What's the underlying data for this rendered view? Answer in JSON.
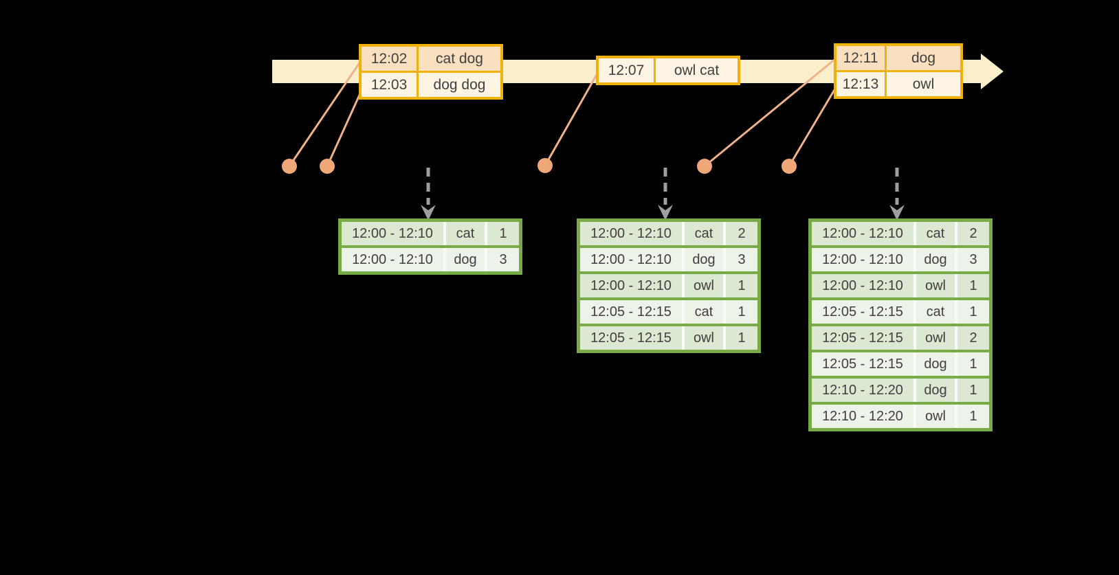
{
  "colors": {
    "background": "#000000",
    "timeline_fill": "#FBEFCB",
    "event_table_border": "#F0B10A",
    "event_row_highlight": "#FAE0BF",
    "event_row_normal": "#FDF4E4",
    "connector_line": "#EFB28A",
    "event_dot": "#F1A878",
    "trigger_arrow": "#9E9E9E",
    "result_table_border": "#76AB48",
    "result_row_highlight": "#DCE8D1",
    "result_row_normal": "#EDF3E8",
    "text": "#3F3F3F"
  },
  "event_batches": [
    {
      "rows": [
        {
          "time": "12:02",
          "words": "cat dog",
          "highlight": true
        },
        {
          "time": "12:03",
          "words": "dog dog",
          "highlight": false
        }
      ]
    },
    {
      "rows": [
        {
          "time": "12:07",
          "words": "owl cat",
          "highlight": false
        }
      ]
    },
    {
      "rows": [
        {
          "time": "12:11",
          "words": "dog",
          "highlight": true
        },
        {
          "time": "12:13",
          "words": "owl",
          "highlight": false
        }
      ]
    }
  ],
  "result_tables": [
    {
      "rows": [
        {
          "window": "12:00 - 12:10",
          "word": "cat",
          "count": "1",
          "highlight": true
        },
        {
          "window": "12:00 - 12:10",
          "word": "dog",
          "count": "3",
          "highlight": false
        }
      ]
    },
    {
      "rows": [
        {
          "window": "12:00 - 12:10",
          "word": "cat",
          "count": "2",
          "highlight": true
        },
        {
          "window": "12:00 - 12:10",
          "word": "dog",
          "count": "3",
          "highlight": false
        },
        {
          "window": "12:00 - 12:10",
          "word": "owl",
          "count": "1",
          "highlight": true
        },
        {
          "window": "12:05 - 12:15",
          "word": "cat",
          "count": "1",
          "highlight": false
        },
        {
          "window": "12:05 - 12:15",
          "word": "owl",
          "count": "1",
          "highlight": true
        }
      ]
    },
    {
      "rows": [
        {
          "window": "12:00 - 12:10",
          "word": "cat",
          "count": "2",
          "highlight": true
        },
        {
          "window": "12:00 - 12:10",
          "word": "dog",
          "count": "3",
          "highlight": false
        },
        {
          "window": "12:00 - 12:10",
          "word": "owl",
          "count": "1",
          "highlight": true
        },
        {
          "window": "12:05 - 12:15",
          "word": "cat",
          "count": "1",
          "highlight": false
        },
        {
          "window": "12:05 - 12:15",
          "word": "owl",
          "count": "2",
          "highlight": true
        },
        {
          "window": "12:05 - 12:15",
          "word": "dog",
          "count": "1",
          "highlight": false
        },
        {
          "window": "12:10 - 12:20",
          "word": "dog",
          "count": "1",
          "highlight": true
        },
        {
          "window": "12:10 - 12:20",
          "word": "owl",
          "count": "1",
          "highlight": false
        }
      ]
    }
  ]
}
